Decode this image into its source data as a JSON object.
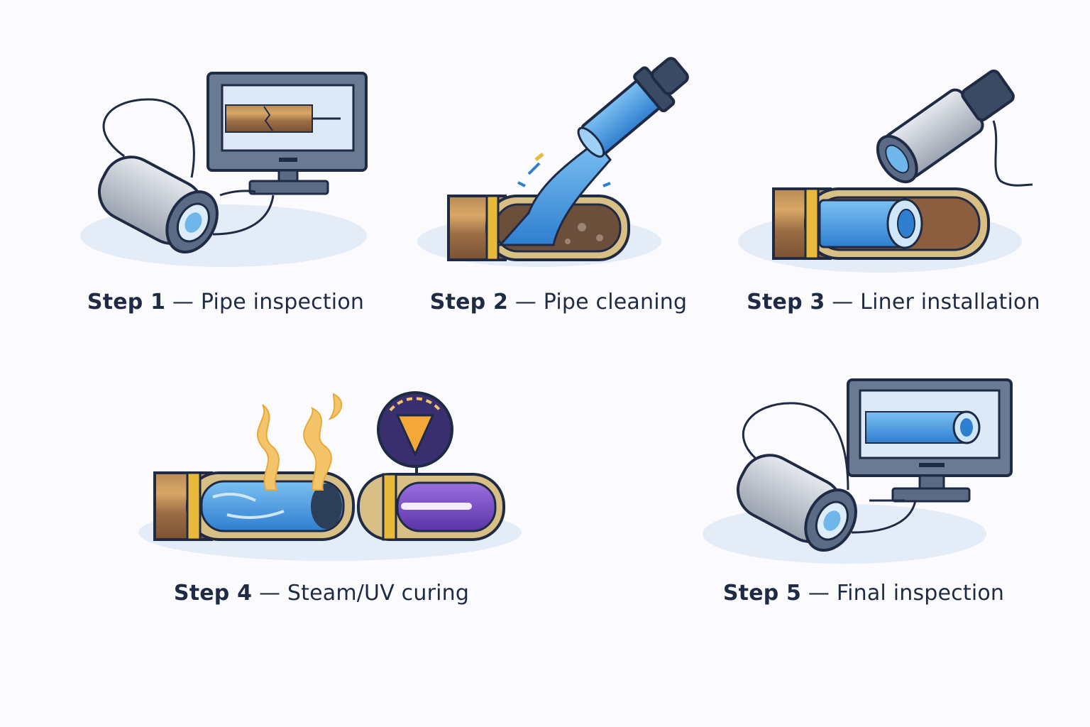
{
  "steps": [
    {
      "step": "Step 1",
      "caption": "— Pipe inspection"
    },
    {
      "step": "Step 2",
      "caption": "— Pipe cleaning"
    },
    {
      "step": "Step 3",
      "caption": "— Liner installation"
    },
    {
      "step": "Step 4",
      "caption": "— Steam/UV curing"
    },
    {
      "step": "Step 5",
      "caption": "— Final inspection"
    }
  ],
  "colors": {
    "ink": "#1f2a44",
    "pipe": "#a97a4f",
    "liner": "#3b8fd9",
    "band": "#e8b93a",
    "uv": "#7b4fc9",
    "shadow": "#e3ecf7"
  }
}
